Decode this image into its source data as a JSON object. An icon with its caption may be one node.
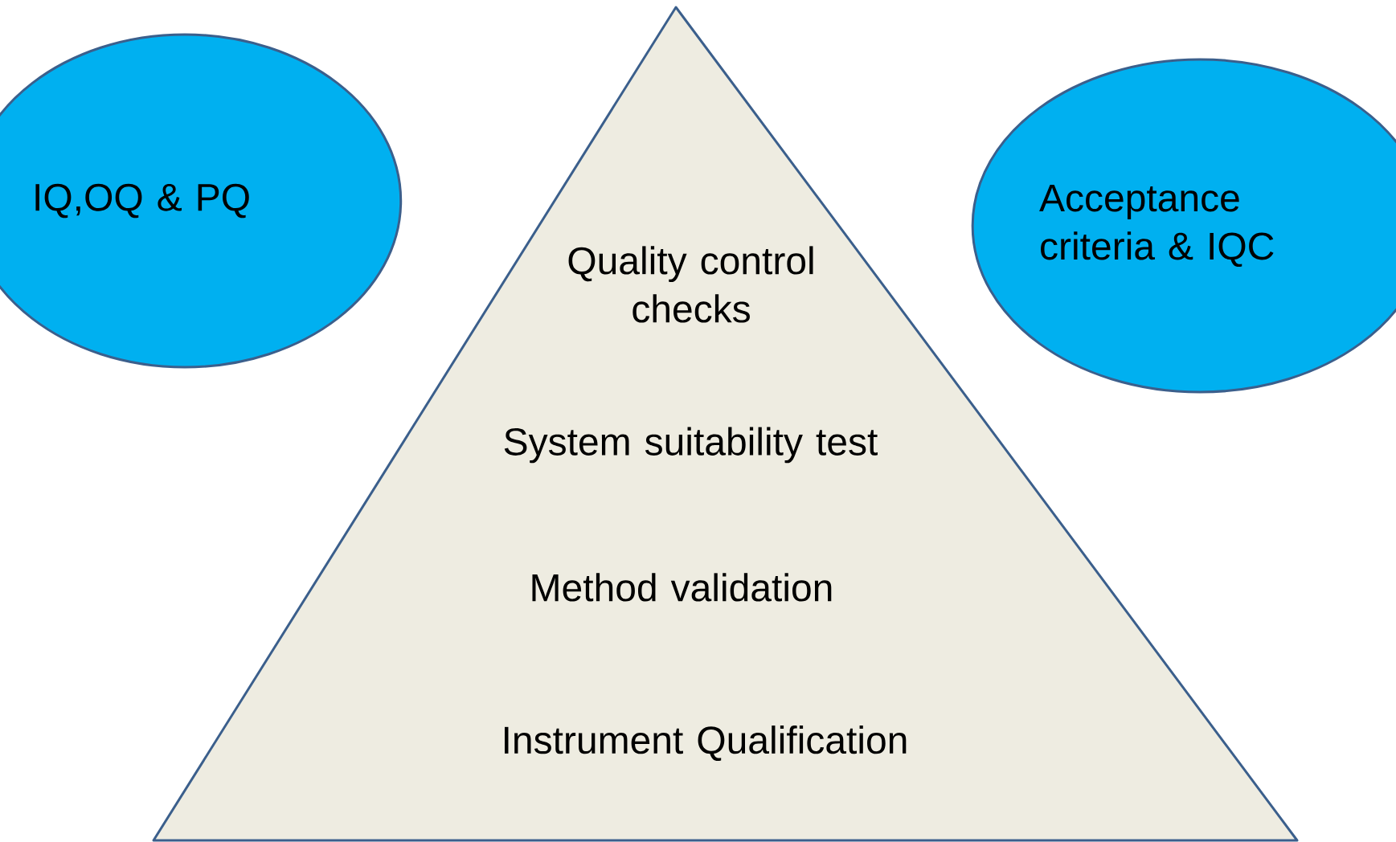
{
  "diagram": {
    "nodes": [
      {
        "text": [
          "IQ,OQ & PQ"
        ]
      },
      {
        "text": [
          "Quality control checks",
          "System suitability test",
          "Method validation",
          "Instrument Qualification"
        ]
      },
      {
        "text": [
          "Acceptance criteria & IQC"
        ]
      }
    ]
  }
}
